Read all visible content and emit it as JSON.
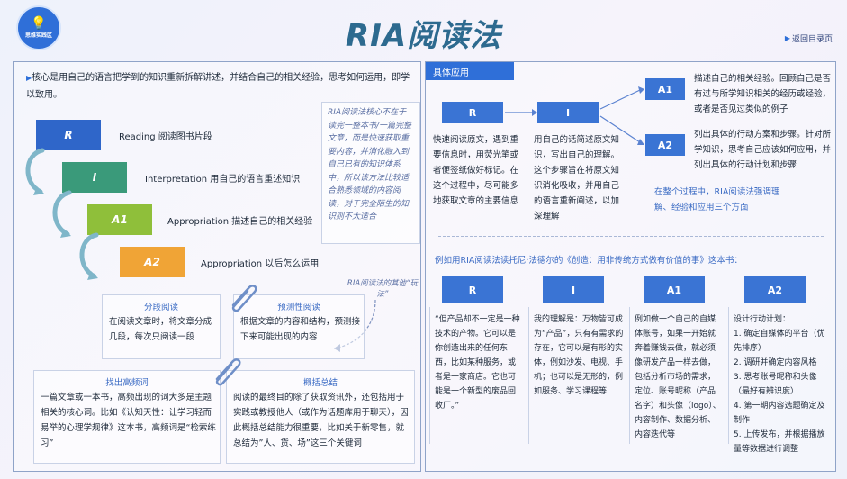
{
  "logo": {
    "text": "思维实践区",
    "icon": "lightbulb-icon"
  },
  "title": "RIA阅读法",
  "back_link": "返回目录页",
  "left": {
    "intro": "核心是用自己的语言把学到的知识重新拆解讲述，并结合自己的相关经验，思考如何运用，即学以致用。",
    "side_note": "RIA阅读法核心不在于读完一整本书/一篇完整文章，而是快速获取重要内容，并消化融入到自己已有的知识体系中，所以该方法比较适合熟悉领域的内容阅读，对于完全陌生的知识则不太适合",
    "steps": [
      {
        "key": "R",
        "label": "Reading 阅读图书片段",
        "color": "#2f66c9"
      },
      {
        "key": "I",
        "label": "Interpretation 用自己的语言重述知识",
        "color": "#3a9a7a"
      },
      {
        "key": "A1",
        "label": "Appropriation 描述自己的相关经验",
        "color": "#8fbf3a"
      },
      {
        "key": "A2",
        "label": "Appropriation 以后怎么运用",
        "color": "#f0a436"
      }
    ],
    "fun_note": "RIA阅读法的其他“玩法”",
    "methods": [
      {
        "title": "分段阅读",
        "text": "在阅读文章时，将文章分成几段，每次只阅读一段"
      },
      {
        "title": "预测性阅读",
        "text": "根据文章的内容和结构，预测接下来可能出现的内容"
      },
      {
        "title": "找出高频词",
        "text": "一篇文章或一本书，高频出现的词大多是主题相关的核心词。比如《认知天性：让学习轻而易举的心理学规律》这本书，高频词是“检索练习”"
      },
      {
        "title": "概括总结",
        "text": "阅读的最终目的除了获取资讯外，还包括用于实践或教授他人（或作为话题库用于聊天），因此概括总结能力很重要，比如关于新零售，就总结为”人、货、场”这三个关键词"
      }
    ]
  },
  "right": {
    "tab": "具体应用",
    "flow": {
      "r_label": "R",
      "i_label": "I",
      "a1_label": "A1",
      "a2_label": "A2",
      "r_text": "快速阅读原文，遇到重要信息时，用荧光笔或者便签纸做好标记。在这个过程中，尽可能多地获取文章的主要信息",
      "i_text": "用自己的话简述原文知识，写出自己的理解。这个步骤旨在将原文知识消化吸收，并用自己的语言重新阐述，以加深理解",
      "a1_text": "描述自己的相关经验。回顾自己是否有过与所学知识相关的经历或经验，或者是否见过类似的例子",
      "a2_text": "列出具体的行动方案和步骤。针对所学知识，思考自己应该如何应用，并列出具体的行动计划和步骤",
      "summary": "在整个过程中，RIA阅读法强调理解、经验和应用三个方面"
    },
    "example_title": "例如用RIA阅读法读托尼·法德尔的《创造：用非传统方式做有价值的事》这本书：",
    "columns": [
      {
        "label": "R",
        "text": "“但产品却不一定是一种技术的产物。它可以是你创造出来的任何东西，比如某种服务，或者是一家商店。它也可能是一个新型的废品回收厂。”"
      },
      {
        "label": "I",
        "text": "我的理解是：万物皆可成为“产品”，只有有需求的存在，它可以是有形的实体，例如沙发、电视、手机；也可以是无形的，例如服务、学习课程等"
      },
      {
        "label": "A1",
        "text": "例如做一个自己的自媒体账号，如果一开始就奔着赚钱去做，就必须像研发产品一样去做，包括分析市场的需求，定位、账号昵称（产品名字）和头像（logo）、内容制作、数据分析、内容迭代等"
      },
      {
        "label": "A2",
        "plan_title": "设计行动计划：",
        "plan": [
          "1. 确定自媒体的平台（优先排序）",
          "2. 调研并确定内容风格",
          "3. 思考账号昵称和头像（最好有辨识度）",
          "4. 第一期内容选题确定及制作",
          "5. 上传发布，并根据播放量等数据进行调整"
        ]
      }
    ]
  }
}
